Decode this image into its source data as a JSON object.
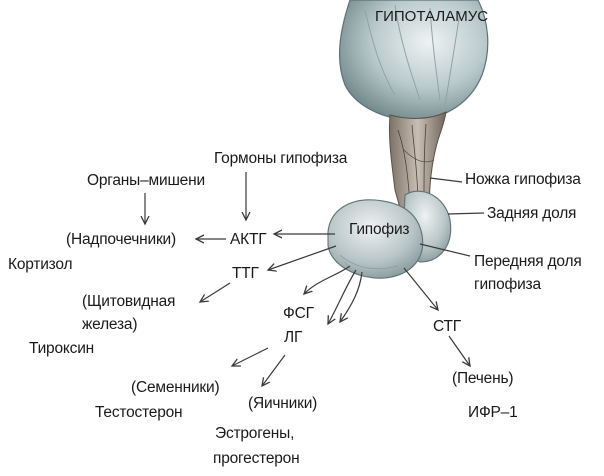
{
  "labels": {
    "hypothalamus": "ГИПОТАЛАМУС",
    "pituitary_hormones": "Гормоны гипофиза",
    "target_organs": "Органы–мишени",
    "pituitary_stalk": "Ножка гипофиза",
    "posterior_lobe": "Задняя доля",
    "pituitary": "Гипофиз",
    "adrenals": "(Надпочечники)",
    "actg": "АКТГ",
    "cortisol": "Кортизол",
    "anterior_lobe_1": "Передняя доля",
    "anterior_lobe_2": "гипофиза",
    "ttg": "ТТГ",
    "thyroid_1": "(Щитовидная",
    "thyroid_2": "железа)",
    "thyroxine": "Тироксин",
    "fsg": "ФСГ",
    "lg": "ЛГ",
    "stg": "СТГ",
    "testes": "(Семенники)",
    "testosterone": "Тестостерон",
    "ovaries": "(Яичники)",
    "estrogens_1": "Эстрогены,",
    "estrogens_2": "прогестерон",
    "liver": "(Печень)",
    "igf": "ИФР–1"
  },
  "colors": {
    "gland_light": "#d9e3e4",
    "gland_mid": "#a7babd",
    "gland_dark": "#6f8689",
    "stalk": "#8a7f74",
    "arrow": "#3a3a3a"
  }
}
